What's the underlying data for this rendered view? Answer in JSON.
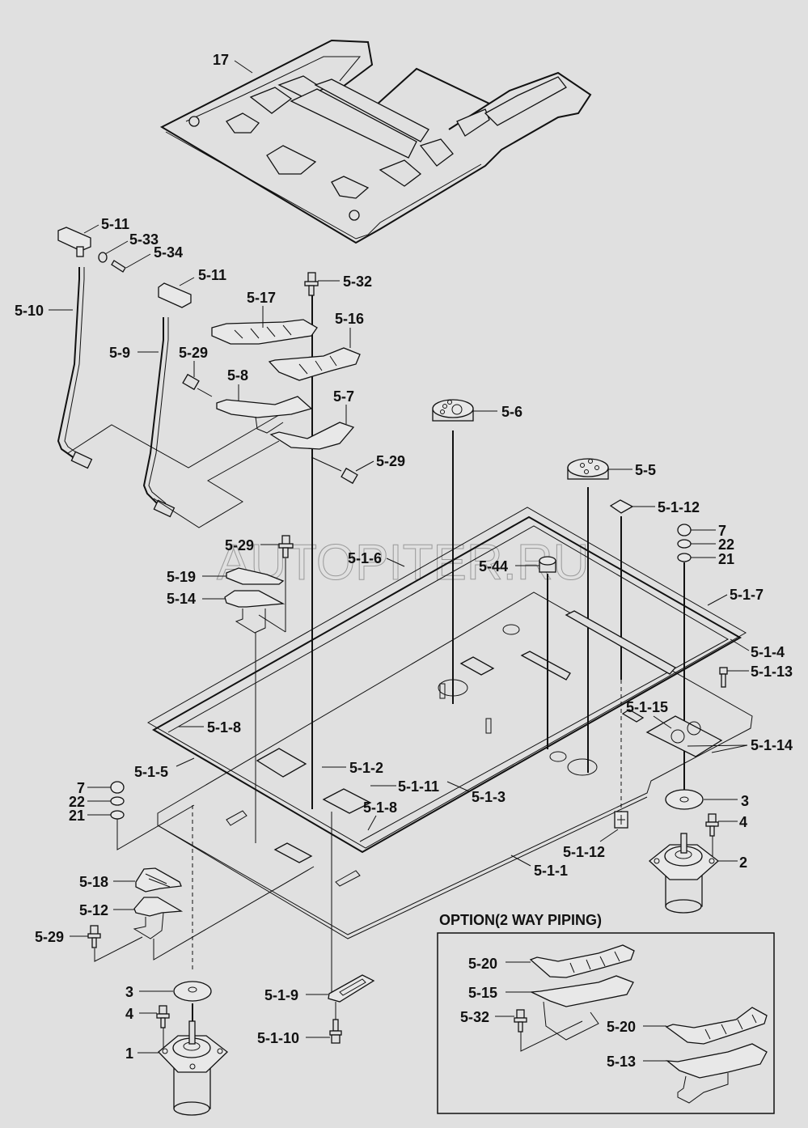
{
  "watermark": "AUTOPITER.RU",
  "option_box": {
    "title": "OPTION(2 WAY PIPING)"
  },
  "labels": {
    "p17": "17",
    "p5_11a": "5-11",
    "p5_33": "5-33",
    "p5_34": "5-34",
    "p5_11b": "5-11",
    "p5_32a": "5-32",
    "p5_10": "5-10",
    "p5_17": "5-17",
    "p5_16": "5-16",
    "p5_9": "5-9",
    "p5_29a": "5-29",
    "p5_8": "5-8",
    "p5_7": "5-7",
    "p5_29b": "5-29",
    "p5_6": "5-6",
    "p5_5": "5-5",
    "p5_1_12a": "5-1-12",
    "p7a": "7",
    "p22a": "22",
    "p21a": "21",
    "p5_29c": "5-29",
    "p5_1_6": "5-1-6",
    "p5_44": "5-44",
    "p5_19": "5-19",
    "p5_14": "5-14",
    "p5_1_7": "5-1-7",
    "p5_1_4": "5-1-4",
    "p5_1_13": "5-1-13",
    "p5_1_15": "5-1-15",
    "p5_1_14": "5-1-14",
    "p5_1_8a": "5-1-8",
    "p5_1_5": "5-1-5",
    "p5_1_2": "5-1-2",
    "p5_1_11": "5-1-11",
    "p5_1_3": "5-1-3",
    "p5_1_8b": "5-1-8",
    "p7b": "7",
    "p22b": "22",
    "p21b": "21",
    "p3a": "3",
    "p4a": "4",
    "p5_1_12b": "5-1-12",
    "p2": "2",
    "p5_1_1": "5-1-1",
    "p5_18": "5-18",
    "p5_12": "5-12",
    "p5_29d": "5-29",
    "p3b": "3",
    "p4b": "4",
    "p1": "1",
    "p5_1_9": "5-1-9",
    "p5_1_10": "5-1-10",
    "p5_20a": "5-20",
    "p5_15": "5-15",
    "p5_32b": "5-32",
    "p5_20b": "5-20",
    "p5_13": "5-13"
  }
}
